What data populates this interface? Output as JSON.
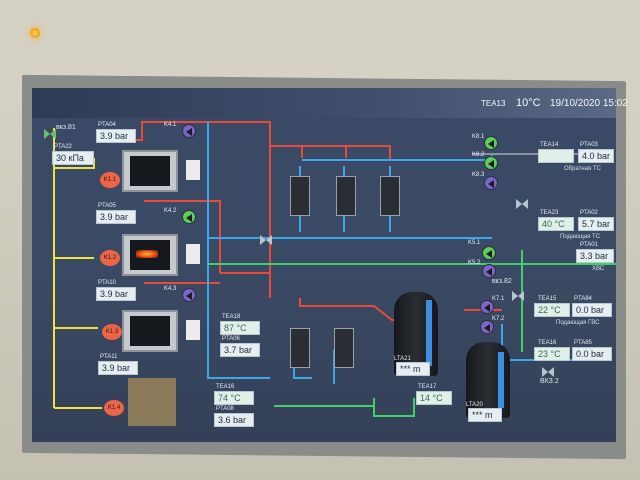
{
  "header": {
    "sensor_tag": "TEA13",
    "temperature": "10°C",
    "datetime": "19/10/2020 15:02"
  },
  "left": {
    "valve_top_tag": "вкз.81",
    "pt_top_tag": "PTA22",
    "pt_top_value": "30 кПа",
    "boilers": [
      {
        "pt_tag": "PTA04",
        "pt_value": "3.9 bar",
        "burner": "K1.1",
        "pump": "K4.1"
      },
      {
        "pt_tag": "PTA05",
        "pt_value": "3.9 bar",
        "burner": "K1.2",
        "pump": "K4.2"
      },
      {
        "pt_tag": "PTA10",
        "pt_value": "3.9 bar",
        "burner": "K1.3",
        "pump": "K4.3"
      },
      {
        "pt_tag": "PTA11",
        "pt_value": "3.9 bar",
        "burner": "K1.4"
      }
    ]
  },
  "middle": {
    "tea18_tag": "TEA18",
    "tea18_value": "87 °C",
    "pta06_tag": "PTA06",
    "pta06_value": "3.7 bar",
    "tea16_tag": "TEA16",
    "tea16_value": "74 °C",
    "pta08_tag": "PTA08",
    "pta08_value": "3.6 bar",
    "tea17_tag": "TEA17",
    "tea17_value": "14 °C",
    "lt21_tag": "LTA21",
    "lt21_value": "*** m",
    "lt20_tag": "LTA20",
    "lt20_value": "*** m"
  },
  "right": {
    "pumps": [
      "K8.1",
      "K8.2",
      "K8.3",
      "K5.1",
      "K5.2",
      "K7.1",
      "K7.2"
    ],
    "obratnaya": {
      "tea_tag": "TEA14",
      "tea_value": "",
      "pt_tag": "PTA03",
      "pt_value": "4.0 bar",
      "label": "Обратная ТС"
    },
    "podayushaya_ts": {
      "tea_tag": "TEA23",
      "tea_value": "40 °C",
      "pt_tag": "PTA02",
      "pt_value": "5.7 bar",
      "label": "Подающая ТС"
    },
    "hvs": {
      "pt_tag": "PTA01",
      "pt_value": "3.3 bar",
      "label": "ХВС"
    },
    "podayushaya_gvs": {
      "tea_tag": "TEA15",
      "tea_value": "22 °C",
      "pt_tag": "PTA84",
      "pt_value": "0.0 bar",
      "label": "Подающая ГВС"
    },
    "bottom": {
      "tea_tag": "TEA16",
      "tea_value": "23 °C",
      "pt_tag": "PTA85",
      "pt_value": "0.0 bar"
    },
    "valve_82": "вкз.82",
    "valve_152": "ВКЗ.2"
  },
  "colors": {
    "hot": "#e84a3a",
    "cold": "#3aa7ec",
    "yellow": "#f0e040",
    "green": "#3fd06a"
  }
}
